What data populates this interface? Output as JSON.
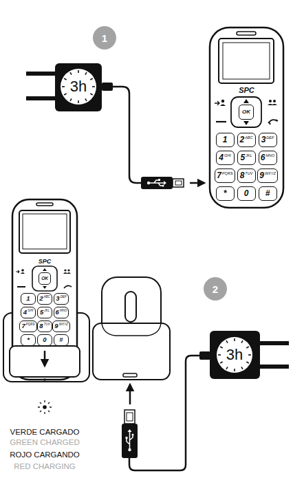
{
  "diagram": {
    "nodes": [
      {
        "text": [
          "1"
        ]
      },
      {
        "text": [
          "3h"
        ]
      },
      {
        "text": [
          "SPC"
        ]
      },
      {
        "text": [
          "OK"
        ],
        "in": 2
      },
      {
        "text": [
          "1"
        ],
        "in": 2
      },
      {
        "text": [
          "2",
          "ABC"
        ],
        "in": 2
      },
      {
        "text": [
          "3",
          "DEF"
        ],
        "in": 2
      },
      {
        "text": [
          "4",
          "GHI"
        ],
        "in": 2
      },
      {
        "text": [
          "5",
          "JKL"
        ],
        "in": 2
      },
      {
        "text": [
          "6",
          "MNO"
        ],
        "in": 2
      },
      {
        "text": [
          "7",
          "PQRS"
        ],
        "in": 2
      },
      {
        "text": [
          "8",
          "TUV"
        ],
        "in": 2
      },
      {
        "text": [
          "9",
          "WXYZ"
        ],
        "in": 2
      },
      {
        "text": [
          "*"
        ],
        "in": 2
      },
      {
        "text": [
          "0"
        ],
        "in": 2
      },
      {
        "text": [
          "#"
        ],
        "in": 2
      },
      {
        "text": [
          "SPC"
        ]
      },
      {
        "text": [
          "OK"
        ],
        "in": 16
      },
      {
        "text": [
          "1"
        ],
        "in": 16
      },
      {
        "text": [
          "2",
          "ABC"
        ],
        "in": 16
      },
      {
        "text": [
          "3",
          "DEF"
        ],
        "in": 16
      },
      {
        "text": [
          "4",
          "GHI"
        ],
        "in": 16
      },
      {
        "text": [
          "5",
          "JKL"
        ],
        "in": 16
      },
      {
        "text": [
          "6",
          "MNO"
        ],
        "in": 16
      },
      {
        "text": [
          "7",
          "PQRS"
        ],
        "in": 16
      },
      {
        "text": [
          "8",
          "TUV"
        ],
        "in": 16
      },
      {
        "text": [
          "9",
          "WXYZ"
        ],
        "in": 16
      },
      {
        "text": [
          "*"
        ],
        "in": 16
      },
      {
        "text": [
          "0"
        ],
        "in": 16
      },
      {
        "text": [
          "#"
        ],
        "in": 16
      },
      {
        "text": [
          "2"
        ]
      },
      {
        "text": [
          "3h"
        ]
      }
    ],
    "labels": [
      "VERDE CARGADO",
      "GREEN CHARGED",
      "ROJO CARGANDO",
      "RED CHARGING"
    ]
  }
}
